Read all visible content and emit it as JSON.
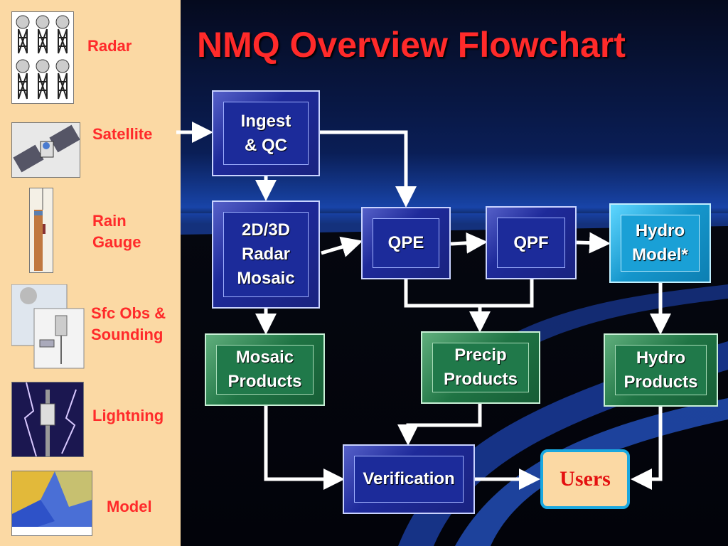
{
  "title": "NMQ Overview Flowchart",
  "sources": [
    {
      "icon": "radar-icon",
      "label": "Radar"
    },
    {
      "icon": "satellite-icon",
      "label": "Satellite"
    },
    {
      "icon": "rain-gauge-icon",
      "label": "Rain\nGauge"
    },
    {
      "icon": "sfc-obs-icon",
      "label": "Sfc Obs &\nSounding"
    },
    {
      "icon": "lightning-icon",
      "label": "Lightning"
    },
    {
      "icon": "model-map-icon",
      "label": "Model"
    }
  ],
  "nodes": {
    "ingest": "Ingest\n & QC",
    "mosaic": "2D/3D\nRadar\n Mosaic",
    "qpe": "QPE",
    "qpf": "QPF",
    "hydro_model": "Hydro\nModel*",
    "mosaic_products": "Mosaic\nProducts",
    "precip_products": "Precip\nProducts",
    "hydro_products": "Hydro\nProducts",
    "verification": "Verification",
    "users": "Users"
  },
  "colors": {
    "title": "#ff2a2a",
    "source_label": "#ff2a2a",
    "process_box": "#1c2b9a",
    "product_box": "#20794a",
    "model_box": "#1aa0d6",
    "users_text": "#e41010",
    "arrow": "#ffffff"
  }
}
